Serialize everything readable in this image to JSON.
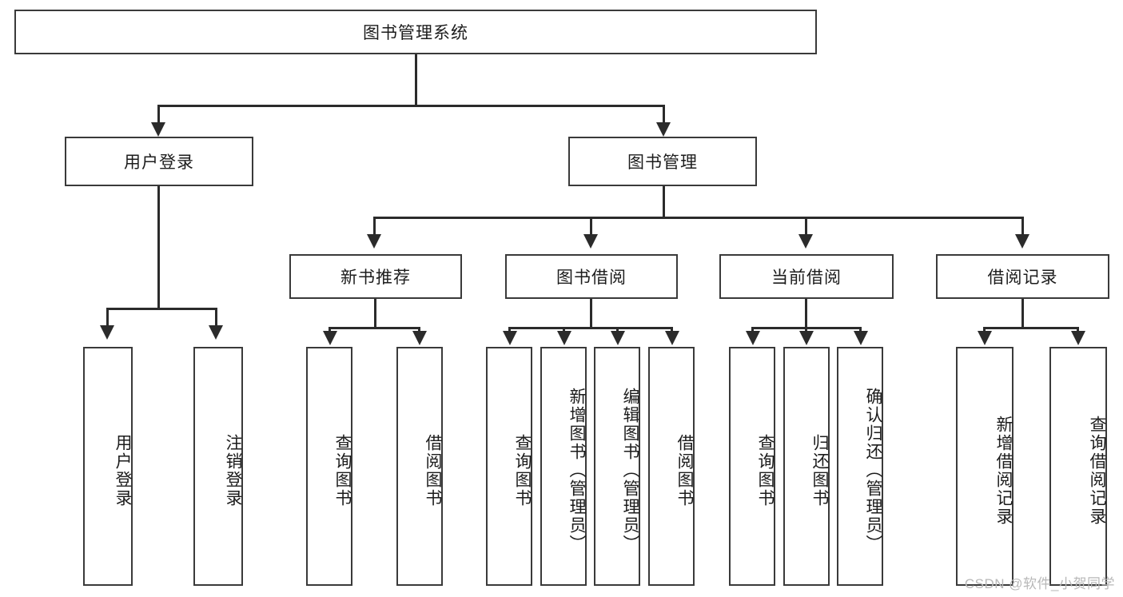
{
  "diagram": {
    "type": "tree-hierarchy",
    "title": "图书管理系统",
    "root": {
      "label": "图书管理系统"
    },
    "level2": [
      {
        "label": "用户登录"
      },
      {
        "label": "图书管理"
      }
    ],
    "level3": [
      {
        "label": "新书推荐"
      },
      {
        "label": "图书借阅"
      },
      {
        "label": "当前借阅"
      },
      {
        "label": "借阅记录"
      }
    ],
    "leaves": {
      "user_login": [
        {
          "label": "用户登录"
        },
        {
          "label": "注销登录"
        }
      ],
      "new_book_recommend": [
        {
          "label": "查询图书"
        },
        {
          "label": "借阅图书"
        }
      ],
      "book_borrow": [
        {
          "label": "查询图书"
        },
        {
          "label": "新增图书（管理员）"
        },
        {
          "label": "编辑图书（管理员）"
        },
        {
          "label": "借阅图书"
        }
      ],
      "current_borrow": [
        {
          "label": "查询图书"
        },
        {
          "label": "归还图书"
        },
        {
          "label": "确认归还（管理员）"
        }
      ],
      "borrow_record": [
        {
          "label": "新增借阅记录"
        },
        {
          "label": "查询借阅记录"
        }
      ]
    }
  },
  "watermark": {
    "text": "CSDN @软件_小贺同学"
  },
  "colors": {
    "border": "#3a3a3a",
    "line": "#2b2b2b",
    "text": "#1c1c1c",
    "background": "#ffffff",
    "watermark": "#b8b8b8"
  }
}
